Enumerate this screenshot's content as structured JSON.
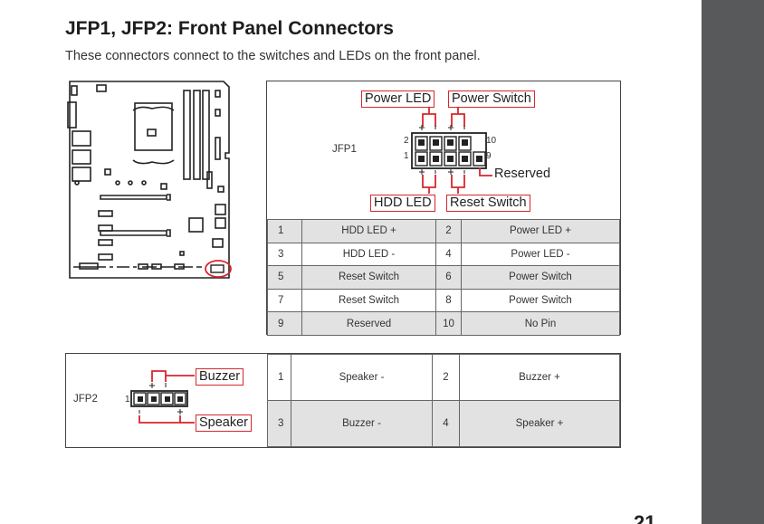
{
  "page": {
    "title": "JFP1, JFP2: Front Panel Connectors",
    "subtitle": "These connectors connect to the switches and LEDs on the front panel.",
    "page_number": "21"
  },
  "jfp1": {
    "name": "JFP1",
    "labels": {
      "power_led": "Power LED",
      "power_switch": "Power Switch",
      "hdd_led": "HDD LED",
      "reset_switch": "Reset Switch",
      "reserved": "Reserved"
    },
    "pin_markers": {
      "top_left": "2",
      "bottom_left": "1",
      "top_right": "10",
      "bottom_right": "9"
    },
    "rows": [
      {
        "pin_a": "1",
        "signal_a": "HDD LED +",
        "pin_b": "2",
        "signal_b": "Power LED +"
      },
      {
        "pin_a": "3",
        "signal_a": "HDD LED -",
        "pin_b": "4",
        "signal_b": "Power LED -"
      },
      {
        "pin_a": "5",
        "signal_a": "Reset Switch",
        "pin_b": "6",
        "signal_b": "Power Switch"
      },
      {
        "pin_a": "7",
        "signal_a": "Reset Switch",
        "pin_b": "8",
        "signal_b": "Power Switch"
      },
      {
        "pin_a": "9",
        "signal_a": "Reserved",
        "pin_b": "10",
        "signal_b": "No Pin"
      }
    ]
  },
  "jfp2": {
    "name": "JFP2",
    "labels": {
      "buzzer": "Buzzer",
      "speaker": "Speaker"
    },
    "pin_marker": "1",
    "rows": [
      {
        "pin_a": "1",
        "signal_a": "Speaker -",
        "pin_b": "2",
        "signal_b": "Buzzer +"
      },
      {
        "pin_a": "3",
        "signal_a": "Buzzer -",
        "pin_b": "4",
        "signal_b": "Speaker +"
      }
    ]
  },
  "colors": {
    "accent": "#d7262e",
    "table_shade": "#e2e2e2",
    "sidebar": "#58595b"
  }
}
